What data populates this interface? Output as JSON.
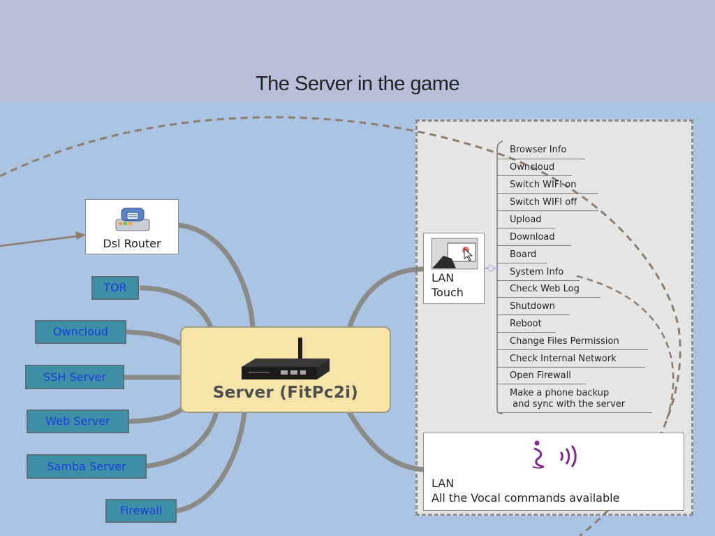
{
  "header": {
    "title": "The Server in the game"
  },
  "center": {
    "label": "Server (FitPc2i)"
  },
  "router": {
    "label": "Dsl Router"
  },
  "left_nodes": [
    "TOR",
    "Owncloud",
    "SSH Server",
    "Web Server",
    "Samba Server",
    "Firewall"
  ],
  "lan_touch": {
    "label_line1": "LAN",
    "label_line2": "Touch"
  },
  "touch_commands": [
    "Browser Info",
    "Owncloud",
    "Switch WIFI on",
    "Switch WIFI off",
    "Upload",
    "Download",
    "Board",
    "System Info",
    "Check Web Log",
    "Shutdown",
    "Reboot",
    "Change Files Permission",
    "Check Internal Network",
    "Open Firewall",
    "Make a phone backup",
    " and sync with the server"
  ],
  "lan_vocal": {
    "label_line1": "LAN",
    "label_line2": "All the Vocal commands available"
  },
  "colors": {
    "header_bg": "#b8bdd8",
    "canvas_bg": "#abc4e4",
    "node_fill": "#3f8fa6",
    "node_text": "#1a3de0",
    "server_fill": "#f7e4a8",
    "vocal_accent": "#7b2a8a"
  },
  "icons": [
    "phone-modem-icon",
    "router-device-icon",
    "touch-screen-icon",
    "voice-wave-icon"
  ]
}
